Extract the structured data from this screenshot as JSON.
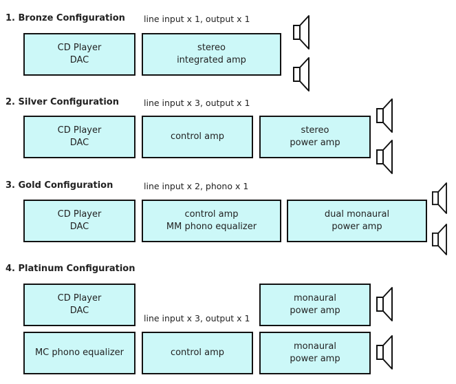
{
  "configs": [
    {
      "title": "1. Bronze Configuration",
      "note": "line input x 1, output x 1",
      "boxes": [
        {
          "lines": [
            "CD Player",
            "DAC"
          ]
        },
        {
          "lines": [
            "stereo",
            "integrated amp"
          ]
        }
      ],
      "speakers": [
        "speaker-icon",
        "speaker-icon"
      ]
    },
    {
      "title": "2. Silver Configuration",
      "note": "line input x 3, output x 1",
      "boxes": [
        {
          "lines": [
            "CD Player",
            "DAC"
          ]
        },
        {
          "lines": [
            "control amp"
          ]
        },
        {
          "lines": [
            "stereo",
            "power amp"
          ]
        }
      ],
      "speakers": [
        "speaker-icon",
        "speaker-icon"
      ]
    },
    {
      "title": "3. Gold Configuration",
      "note": "line input x 2, phono x 1",
      "boxes": [
        {
          "lines": [
            "CD Player",
            "DAC"
          ]
        },
        {
          "lines": [
            "control amp",
            "MM phono equalizer"
          ]
        },
        {
          "lines": [
            "dual monaural",
            "power amp"
          ]
        }
      ],
      "speakers": [
        "speaker-icon",
        "speaker-icon"
      ]
    },
    {
      "title": "4. Platinum Configuration",
      "note": "line input x 3, output x 1",
      "boxes": [
        {
          "lines": [
            "CD Player",
            "DAC"
          ]
        },
        {
          "lines": [
            "monaural",
            "power amp"
          ]
        },
        {
          "lines": [
            "MC phono equalizer"
          ]
        },
        {
          "lines": [
            "control amp"
          ]
        },
        {
          "lines": [
            "monaural",
            "power amp"
          ]
        }
      ],
      "speakers": [
        "speaker-icon",
        "speaker-icon"
      ]
    }
  ],
  "colors": {
    "box_fill": "#ccf8f8",
    "box_border": "#111111"
  }
}
